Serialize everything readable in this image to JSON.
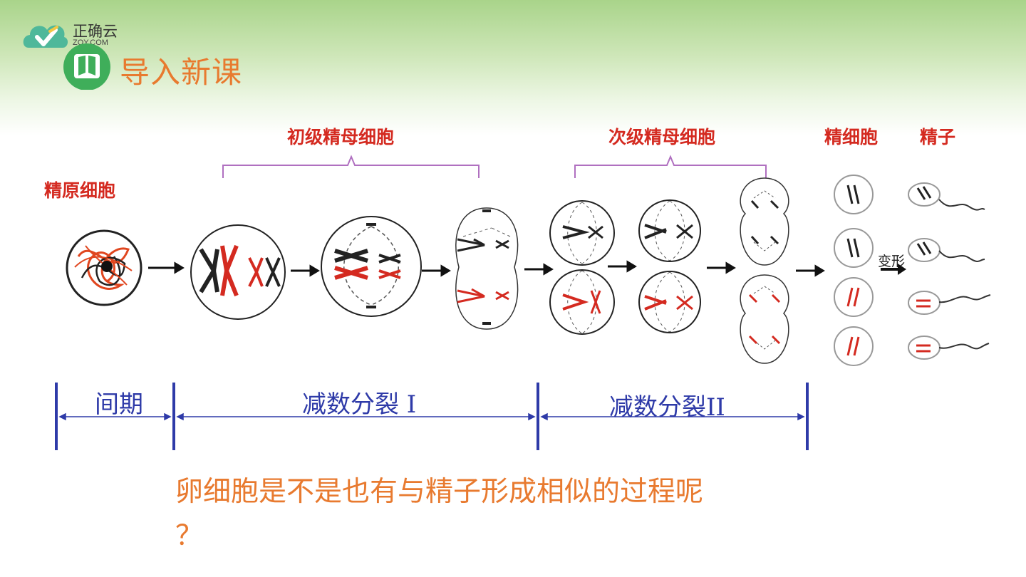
{
  "brand": {
    "name": "正确云",
    "domain": "ZQY.COM"
  },
  "section": {
    "title": "导入新课"
  },
  "diagram": {
    "cell_labels": {
      "spermatogonium": "精原细胞",
      "primary": "初级精母细胞",
      "secondary": "次级精母细胞",
      "spermatid": "精细胞",
      "sperm": "精子",
      "transform": "变形"
    },
    "stages": {
      "interphase": "间期",
      "meiosis1": "减数分裂 I",
      "meiosis2": "减数分裂II"
    },
    "colors": {
      "label_red": "#d42a20",
      "stage_blue": "#2e3aa8",
      "bracket": "#b070c0",
      "chrom_red": "#d42a20",
      "chrom_black": "#222222"
    }
  },
  "question": {
    "line1": "卵细胞是不是也有与精子形成相似的过程呢",
    "line2": "？"
  }
}
